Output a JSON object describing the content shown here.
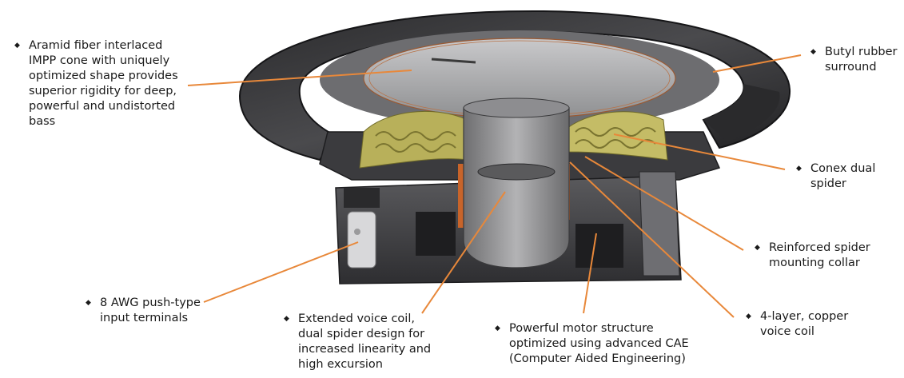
{
  "callouts": {
    "cone": "Aramid fiber interlaced\nIMPP cone with uniquely\noptimized shape provides\nsuperior rigidity for deep,\npowerful and undistorted\nbass",
    "surround": "Butyl rubber\nsurround",
    "spider": "Conex dual\nspider",
    "collar": "Reinforced spider\nmounting collar",
    "voice_coil_4": "4-layer, copper\nvoice coil",
    "motor": "Powerful motor structure\noptimized using advanced CAE\n(Computer Aided Engineering)",
    "extended_coil": "Extended voice coil,\ndual spider design for\nincreased linearity and\nhigh excursion",
    "terminals": "8 AWG push-type\ninput terminals"
  },
  "bullet_glyph": "◆",
  "colors": {
    "leader": "#e8883a",
    "housing": "#3a3a3c",
    "spider": "#c9c26a",
    "copper": "#c8642a"
  }
}
